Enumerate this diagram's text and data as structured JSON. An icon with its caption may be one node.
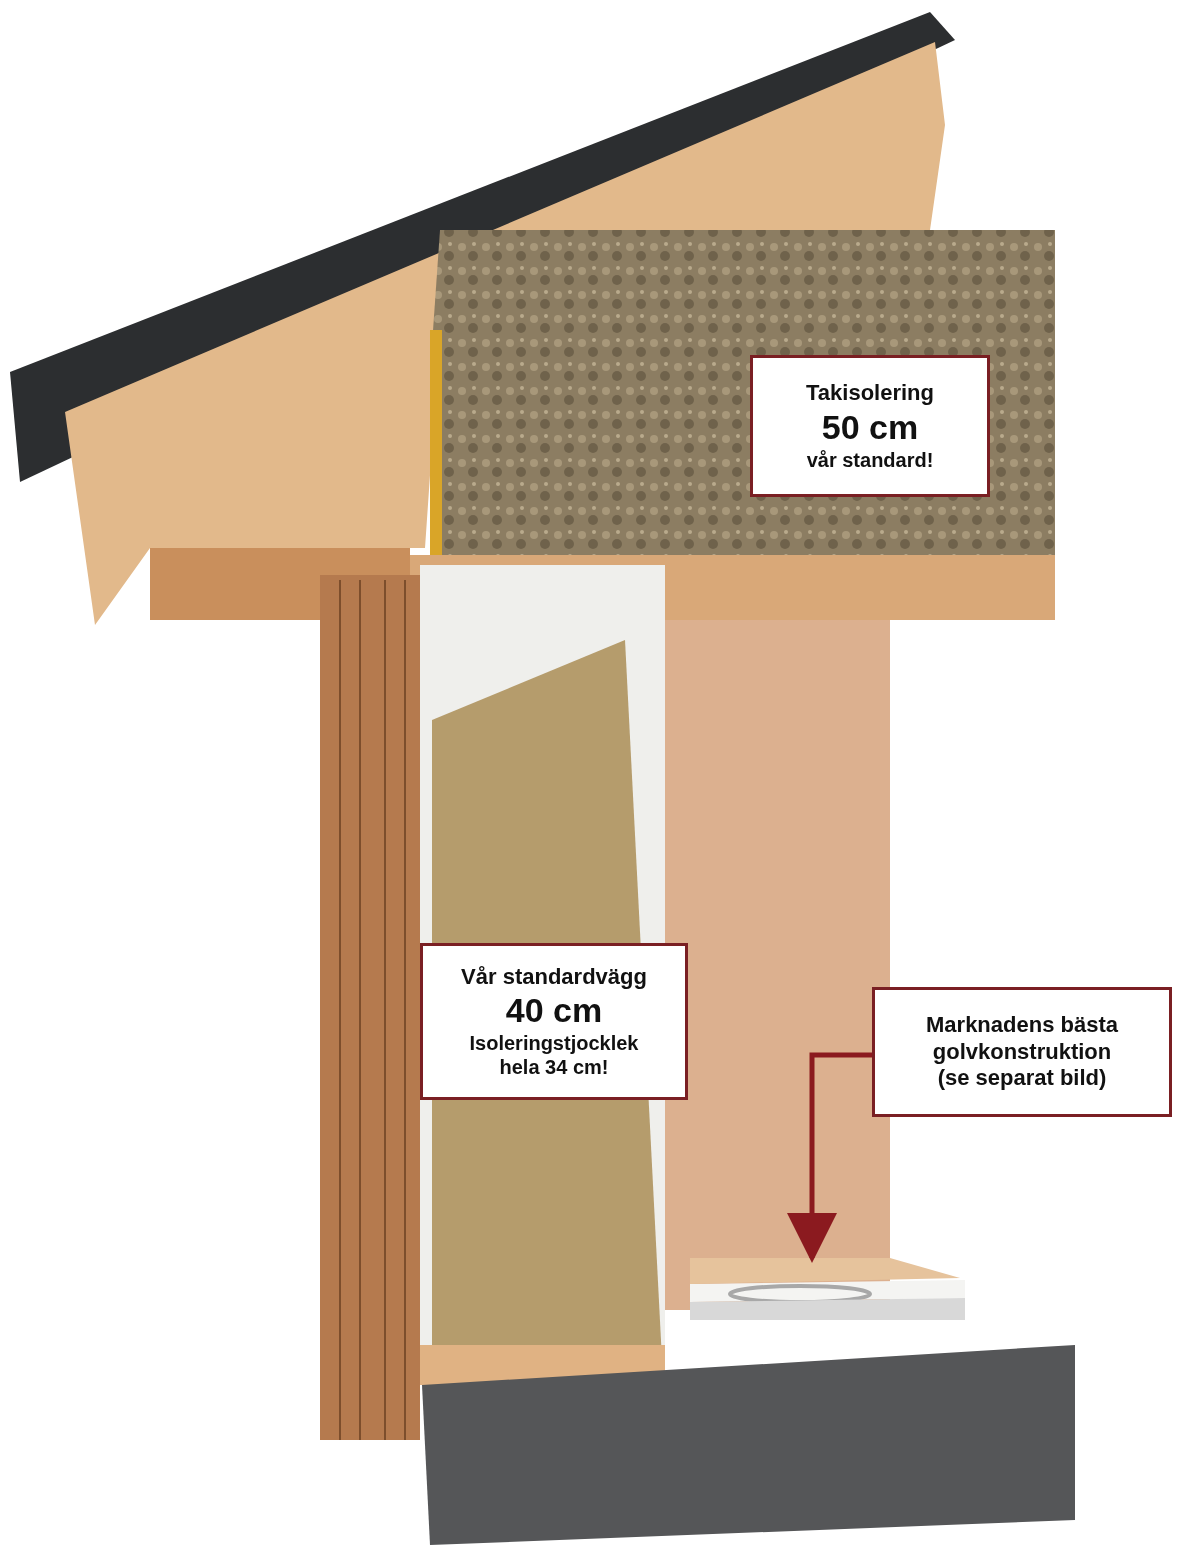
{
  "diagram": {
    "nodes": [
      {
        "text": [
          "Takisolering",
          "50 cm",
          "vår standard!"
        ]
      },
      {
        "text": [
          "Vår standardvägg",
          "40 cm",
          "Isoleringstjocklek hela 34 cm!"
        ]
      },
      {
        "text": [
          "Marknadens bästa golvkonstruktion (se separat bild)"
        ]
      },
      {
        "text": [],
        "shape": "picture"
      }
    ],
    "edges": [
      {
        "from": 2,
        "to": 3,
        "arrow": "to"
      }
    ]
  }
}
